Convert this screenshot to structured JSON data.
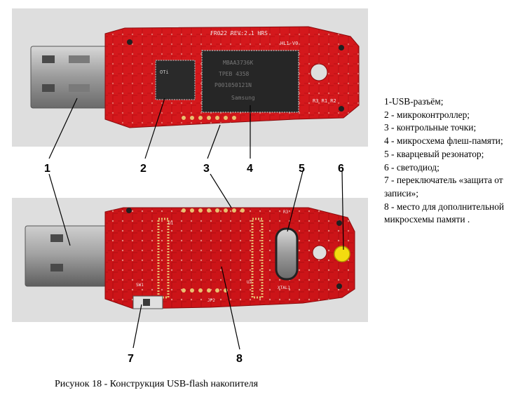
{
  "photo": {
    "markers": [
      "1",
      "2",
      "3",
      "4",
      "5",
      "6",
      "7",
      "8"
    ],
    "top_board": {
      "chip_label": "OTi",
      "flash_labels": [
        "MBAA3736K",
        "TPEB  4358",
        "P001050121N",
        "Samsung"
      ],
      "silk_top": "FR022 REV:2.1 HRS",
      "silk_right": "HL1-V0",
      "silk_bottom": "R3 R1 R2"
    },
    "bottom_board": {
      "labels": [
        "SW1",
        "XTAL1",
        "JP2",
        "U2",
        "U1",
        "R3"
      ]
    }
  },
  "legend": [
    "1-USB-разъём;",
    "2 - микроконтроллер;",
    "3 - контрольные точки;",
    "4 - микросхема флеш-памяти;",
    "5 - кварцевый резонатор;",
    "6 - светодиод;",
    "7 - переключатель «защита от записи»;",
    "8 - место для дополнительной микросхемы памяти ."
  ],
  "caption": "Рисунок 18 - Конструкция USB-flash накопителя"
}
